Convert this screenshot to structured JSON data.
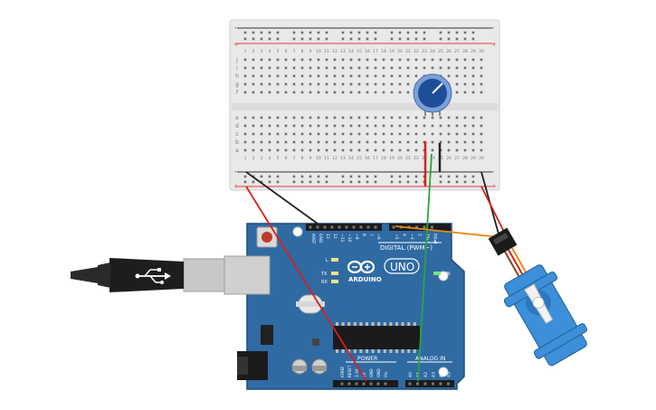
{
  "breadboard": {
    "column_numbers": [
      "1",
      "2",
      "3",
      "4",
      "5",
      "6",
      "7",
      "8",
      "9",
      "10",
      "11",
      "12",
      "13",
      "14",
      "15",
      "16",
      "17",
      "18",
      "19",
      "20",
      "21",
      "22",
      "23",
      "24",
      "25",
      "26",
      "27",
      "28",
      "29",
      "30"
    ],
    "rows_top": [
      "j",
      "i",
      "h",
      "g",
      "f"
    ],
    "rows_bottom": [
      "e",
      "d",
      "c",
      "b",
      "a"
    ],
    "rail_plus": "+",
    "rail_minus": "-"
  },
  "arduino": {
    "brand": "ARDUINO",
    "model": "UNO",
    "digital_label": "DIGITAL (PWM~)",
    "power_label": "POWER",
    "analog_label": "ANALOG IN",
    "on_label": "ON",
    "led_l": "L",
    "led_tx": "TX",
    "led_rx": "RX",
    "top_pins": [
      "AREF",
      "GND",
      "13",
      "12",
      "~11",
      "~10",
      "~9",
      "8",
      "7",
      "~6",
      "~5",
      "4",
      "~3",
      "2",
      "TX▸1",
      "RX◂0"
    ],
    "power_pins": [
      "IOREF",
      "RESET",
      "3.3V",
      "5V",
      "GND",
      "GND",
      "Vin"
    ],
    "analog_pins": [
      "A0",
      "A1",
      "A2",
      "A3",
      "A4",
      "A5"
    ]
  },
  "colors": {
    "board": "#2f6aa3",
    "breadboard": "#e9e9e9",
    "rail_red": "#e23b3b",
    "wire_red": "#d62020",
    "wire_black": "#222222",
    "wire_green": "#25a83a",
    "wire_orange": "#e58a12",
    "servo": "#3c8fd8",
    "pot_knob": "#1f4e99"
  }
}
